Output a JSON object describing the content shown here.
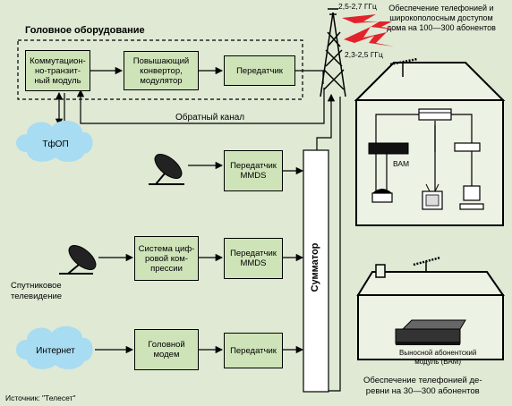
{
  "colors": {
    "background": "#dfe9d4",
    "box_fill": "#cfe3b9",
    "cloud_fill": "#a7dcf2",
    "signal_red": "#e3232b",
    "house_fill": "#ecf2e4",
    "house_stroke": "#000000"
  },
  "headend": {
    "title": "Головное оборудование"
  },
  "boxes": {
    "switch_module": "Коммутацион-\nно-транзит-\nный модуль",
    "upconverter": "Повышающий\nконвертор,\nмодулятор",
    "transmitter_top": "Передатчик",
    "mmds_1": "Передатчик\nMMDS",
    "digital_compression": "Система циф-\nровой ком-\nпрессии",
    "mmds_2": "Передатчик\nMMDS",
    "head_modem": "Головной\nмодем",
    "transmitter_bottom": "Передатчик",
    "summator": "Сумматор"
  },
  "clouds": {
    "pstn": "ТфОП",
    "internet": "Интернет"
  },
  "labels": {
    "return_channel": "Обратный канал",
    "satellite_tv": "Спутниковое\nтелевидение",
    "freq_high": "2,5-2,7 ГГц",
    "freq_low": "2,3-2,5 ГГц",
    "building_caption": "Обеспечение телефонией и\nширокополосным доступом\nдома на 100—300 абонентов",
    "bam": "ВАМ",
    "remote_unit": "Выносной абонентский\nмодуль (ВАМ)",
    "village_caption": "Обеспечение телефонией де-\nревни на 30—300 абонентов",
    "source": "Источник: \"Телесет\""
  },
  "icons": [
    "radio-tower-icon",
    "satellite-dish-icon",
    "phone-icon",
    "computer-icon",
    "tv-icon",
    "bam-device-icon",
    "antenna-icon"
  ]
}
